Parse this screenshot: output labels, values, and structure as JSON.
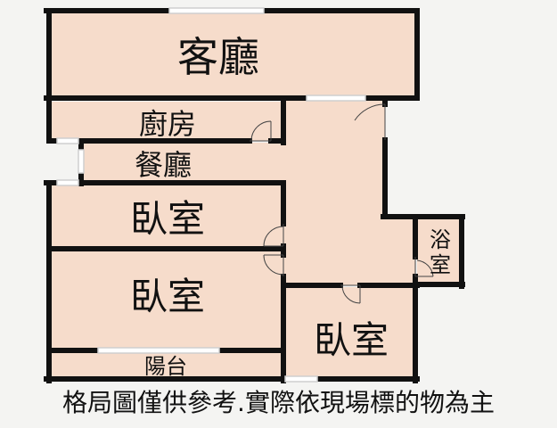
{
  "colors": {
    "room_fill": "#f6dccb",
    "wall": "#111111",
    "window": "#cfcfcf",
    "background": "#f4f4f2"
  },
  "rooms": {
    "living_room": "客廳",
    "kitchen": "廚房",
    "dining_room": "餐廳",
    "bedroom_1": "臥室",
    "bedroom_2": "臥室",
    "bedroom_3": "臥室",
    "bathroom_line1": "浴",
    "bathroom_line2": "室",
    "balcony": "陽台"
  },
  "disclaimer": "格局圖僅供參考.實際依現場標的物為主"
}
